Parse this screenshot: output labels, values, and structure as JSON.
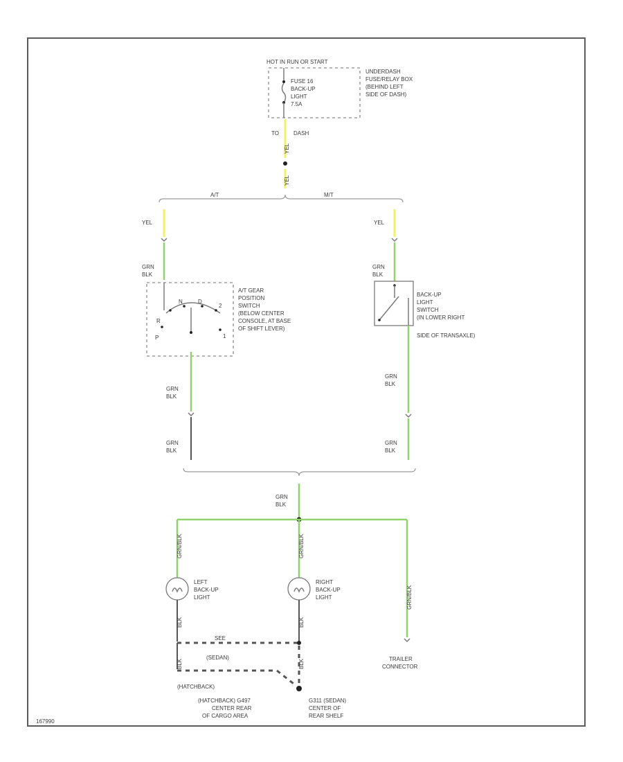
{
  "power_label": "HOT IN RUN OR START",
  "fuse": {
    "line1": "FUSE 16",
    "line2": "BACK-UP",
    "line3": "LIGHT",
    "line4": "7.5A"
  },
  "fusebox": {
    "line1": "UNDERDASH",
    "line2": "FUSE/RELAY BOX",
    "line3": "(BEHIND LEFT",
    "line4": "SIDE OF DASH)"
  },
  "wire_labels": {
    "top_to": "TO",
    "top_dash": "DASH",
    "top_yel": "YEL",
    "mid_yel": "YEL",
    "branch_at": "A/T",
    "branch_mt": "M/T",
    "left_yel": "YEL",
    "right_yel": "YEL",
    "left_grn1": "GRN",
    "left_blk1": "BLK",
    "right_grn1": "GRN",
    "right_blk1": "BLK",
    "left_grn2": "GRN",
    "left_blk2": "BLK",
    "left_grn3": "GRN",
    "left_blk3": "BLK",
    "right_grn2": "GRN",
    "right_blk2": "BLK",
    "right_grn3": "GRN",
    "right_blk3": "BLK",
    "common_grn": "GRN",
    "common_blk": "BLK",
    "lamp_left_in": "GRN/BLK",
    "lamp_right_in": "GRN/BLK",
    "trailer_in": "GRN/BLK",
    "lamp_left_out": "BLK",
    "lamp_right_out": "BLK",
    "ground_left": "BLK",
    "ground_right": "BLK",
    "dash_label": "SEE",
    "sedan_label": "(SEDAN)",
    "hatchback_label": "(HATCHBACK)"
  },
  "at_switch": {
    "line1": "A/T GEAR",
    "line2": "POSITION",
    "line3": "SWITCH",
    "line4": "(BELOW CENTER",
    "line5": "CONSOLE, AT BASE",
    "line6": "OF SHIFT LEVER)",
    "pos_r": "R",
    "pos_n": "N",
    "pos_d": "D",
    "pos_p": "P",
    "pos_2": "2",
    "pos_1": "1"
  },
  "mt_switch": {
    "line1": "BACK-UP",
    "line2": "LIGHT",
    "line3": "SWITCH",
    "line4": "(IN LOWER RIGHT",
    "line5": "SIDE OF TRANSAXLE)"
  },
  "left_lamp": {
    "line1": "LEFT",
    "line2": "BACK-UP",
    "line3": "LIGHT"
  },
  "right_lamp": {
    "line1": "RIGHT",
    "line2": "BACK-UP",
    "line3": "LIGHT"
  },
  "trailer": {
    "line1": "TRAILER",
    "line2": "CONNECTOR"
  },
  "ground_left_desc": {
    "line1": "(HATCHBACK) G497",
    "line2": "CENTER REAR",
    "line3": "OF CARGO AREA"
  },
  "ground_right_desc": {
    "line1": "G311 (SEDAN)",
    "line2": "CENTER OF",
    "line3": "REAR SHELF"
  },
  "figure_id": "167990",
  "colors": {
    "green_wire": "#8fd36a",
    "yellow_wire": "#f0f06a",
    "frame": "#5a5a5a"
  }
}
